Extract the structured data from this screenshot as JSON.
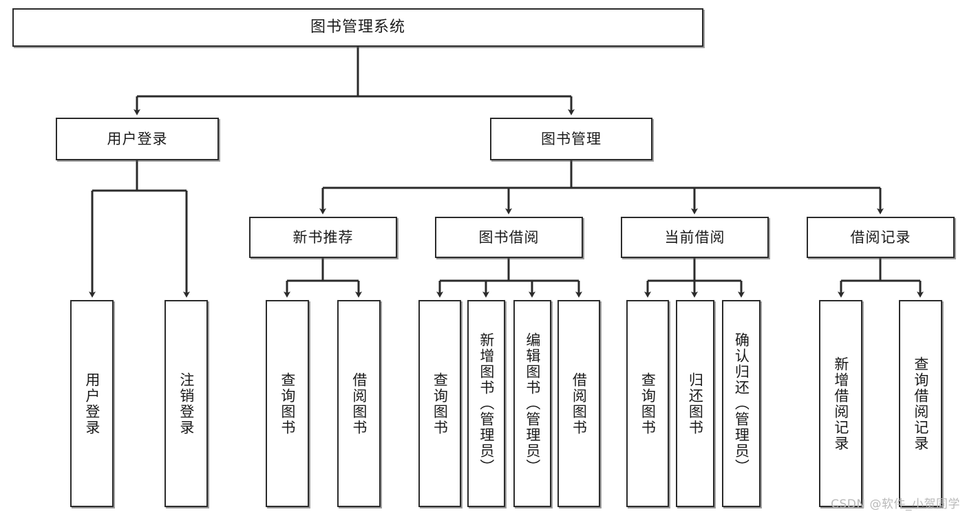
{
  "diagram": {
    "title": "图书管理系统",
    "type": "tree-hierarchy-chart",
    "root": {
      "label": "图书管理系统"
    },
    "level2": [
      {
        "label": "用户登录"
      },
      {
        "label": "图书管理"
      }
    ],
    "level3": [
      {
        "label": "新书推荐"
      },
      {
        "label": "图书借阅"
      },
      {
        "label": "当前借阅"
      },
      {
        "label": "借阅记录"
      }
    ],
    "leaves": [
      {
        "label": "用户登录",
        "parent": "用户登录"
      },
      {
        "label": "注销登录",
        "parent": "用户登录"
      },
      {
        "label": "查询图书",
        "parent": "新书推荐"
      },
      {
        "label": "借阅图书",
        "parent": "新书推荐"
      },
      {
        "label": "查询图书",
        "parent": "图书借阅"
      },
      {
        "label": "新增图书（管理员）",
        "parent": "图书借阅"
      },
      {
        "label": "编辑图书（管理员）",
        "parent": "图书借阅"
      },
      {
        "label": "借阅图书",
        "parent": "图书借阅"
      },
      {
        "label": "查询图书",
        "parent": "当前借阅"
      },
      {
        "label": "归还图书",
        "parent": "当前借阅"
      },
      {
        "label": "确认归还（管理员）",
        "parent": "当前借阅"
      },
      {
        "label": "新增借阅记录",
        "parent": "借阅记录"
      },
      {
        "label": "查询借阅记录",
        "parent": "借阅记录"
      }
    ]
  },
  "watermark": {
    "text": "CSDN @软件_小贺同学"
  },
  "colors": {
    "box_border": "#2b2b2b",
    "box_fill": "#ffffff",
    "connector": "#2b2b2b",
    "text": "#1b1b1b",
    "watermark": "#b9b9b9",
    "background": "#ffffff"
  }
}
